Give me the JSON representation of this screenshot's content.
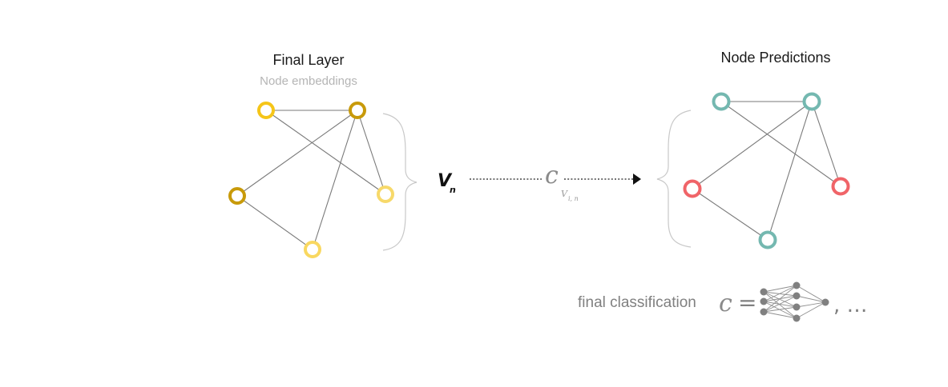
{
  "left_graph": {
    "title": "Final Layer",
    "subtitle": "Node embeddings",
    "colors": {
      "yellow": "#f5c518",
      "dark_gold": "#c89a0a",
      "light_yellow": "#f7d96a",
      "pale_yellow": "#f9d860"
    }
  },
  "right_graph": {
    "title": "Node Predictions",
    "colors": {
      "teal": "#74b8b0",
      "red": "#f06468"
    }
  },
  "transform": {
    "vector_symbol": "V",
    "vector_subscript": "n",
    "classifier_symbol": "c",
    "classifier_subscript": "V",
    "classifier_sub_index": "i, n"
  },
  "footer": {
    "caption": "final classification",
    "classifier_symbol": "c",
    "equals": "=",
    "tail": ", …"
  }
}
